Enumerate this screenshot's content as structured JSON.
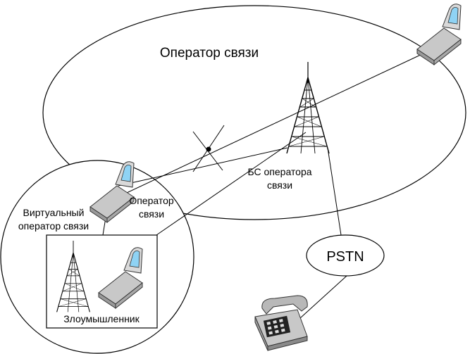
{
  "labels": {
    "operator_area": "Оператор связи",
    "bs_line1": "БС оператора",
    "bs_line2": "связи",
    "operator_short_line1": "Оператор",
    "operator_short_line2": "связи",
    "virtual_line1": "Виртуальный",
    "virtual_line2": "оператор связи",
    "attacker": "Злоумышленник",
    "pstn": "PSTN"
  },
  "icons": [
    "cell-tower-icon",
    "mobile-phone-icon",
    "desk-telephone-icon",
    "jamming-node-icon"
  ],
  "colors": {
    "phone_body": "#c8c8c8",
    "phone_screen": "#8fd3f4",
    "line": "#000000"
  }
}
